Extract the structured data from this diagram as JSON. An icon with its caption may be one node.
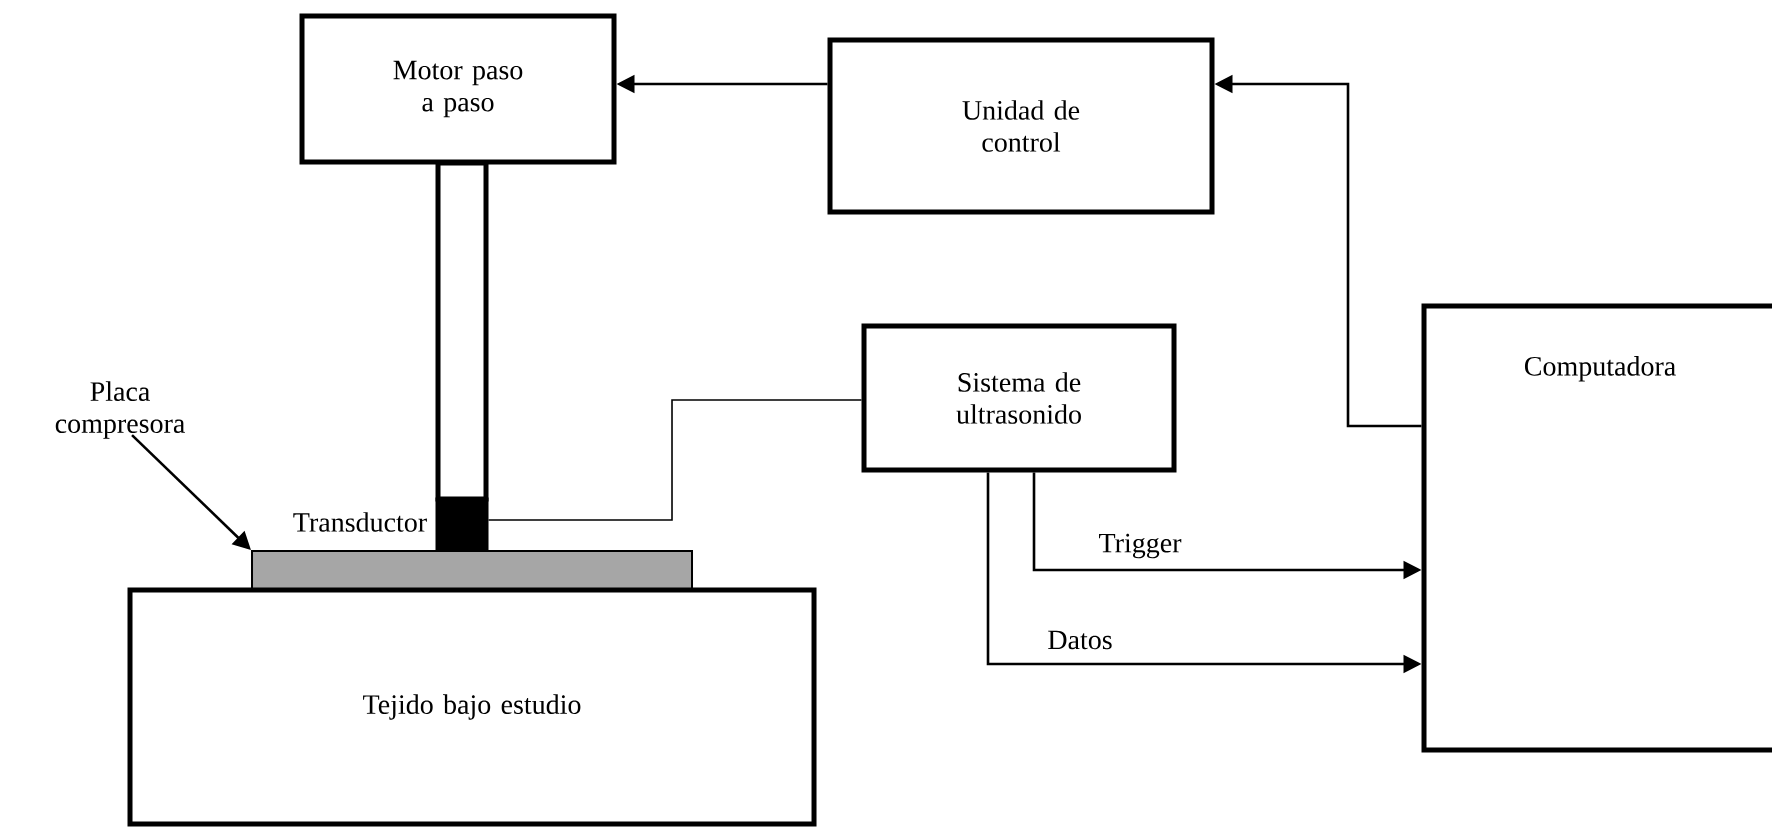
{
  "diagram": {
    "nodes": [
      {
        "text": [
          "Motor paso a paso"
        ]
      },
      {
        "text": [
          "Unidad de control"
        ]
      },
      {
        "text": [
          "Placa compresora"
        ]
      },
      {
        "text": [
          "Sistema de ultrasonido"
        ]
      },
      {
        "text": [
          "Computadora"
        ]
      },
      {
        "text": [],
        "shape": "box",
        "beside": [
          "Transductor"
        ]
      },
      {
        "text": [],
        "shape": "bar"
      },
      {
        "text": [
          "Tejido bajo estudio"
        ]
      },
      {
        "text": [],
        "shape": "box"
      }
    ],
    "edges": [
      {
        "from": 1,
        "to": 0,
        "arrow": "to"
      },
      {
        "from": 4,
        "to": 1,
        "arrow": "to"
      },
      {
        "from": 3,
        "to": 4,
        "arrow": "to",
        "label": "Trigger"
      },
      {
        "from": 3,
        "to": 4,
        "arrow": "to",
        "label": "Datos"
      },
      {
        "from": 5,
        "to": 3,
        "arrow": "none"
      },
      {
        "from": 2,
        "to": 6,
        "arrow": "to"
      }
    ]
  }
}
